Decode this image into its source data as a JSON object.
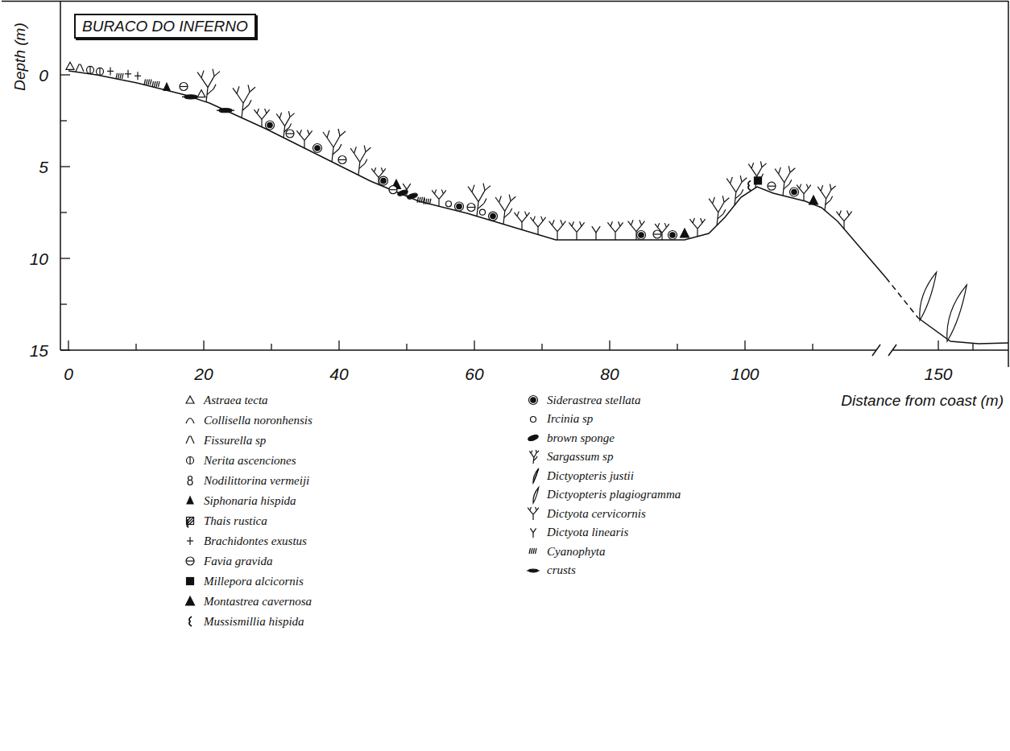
{
  "diagram": {
    "title": "BURACO DO INFERNO",
    "labels": [
      "Depth (m)",
      "0",
      "5",
      "10",
      "15",
      "0",
      "20",
      "40",
      "60",
      "80",
      "100",
      "150",
      "Distance from coast (m)"
    ],
    "legend": [
      {
        "text": "Astraea tecta"
      },
      {
        "text": "Collisella noronhensis"
      },
      {
        "text": "Fissurella sp"
      },
      {
        "text": "Nerita ascenciones"
      },
      {
        "text": "Nodilittorina vermeiji"
      },
      {
        "text": "Siphonaria hispida"
      },
      {
        "text": "Thais rustica"
      },
      {
        "text": "Brachidontes exustus"
      },
      {
        "text": "Favia gravida"
      },
      {
        "text": "Millepora alcicornis"
      },
      {
        "text": "Montastrea cavernosa"
      },
      {
        "text": "Mussismillia hispida"
      },
      {
        "text": "Siderastrea stellata"
      },
      {
        "text": "Ircinia sp"
      },
      {
        "text": "brown sponge"
      },
      {
        "text": "Sargassum sp"
      },
      {
        "text": "Dictyopteris justii"
      },
      {
        "text": "Dictyopteris plagiogramma"
      },
      {
        "text": "Dictyota cervicornis"
      },
      {
        "text": "Dictyota linearis"
      },
      {
        "text": "Cyanophyta"
      },
      {
        "text": "crusts"
      }
    ]
  }
}
